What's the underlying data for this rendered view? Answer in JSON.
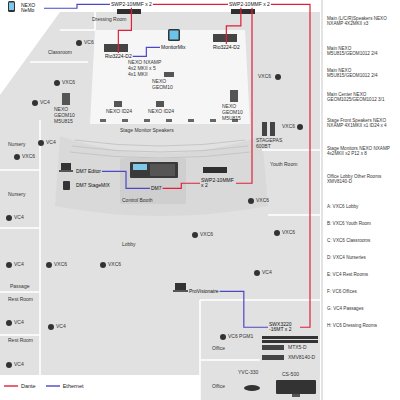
{
  "diagram": {
    "nodes": [
      {
        "text": [
          "NEXO NeMo"
        ]
      },
      {
        "text": [
          "SWP2-10MMF x 2"
        ]
      },
      {
        "text": [
          "SWP2-10MMF x 2"
        ]
      },
      {
        "text": [
          "Rio3224-D2"
        ]
      },
      {
        "text": [
          "MonitorMix"
        ]
      },
      {
        "text": [
          "Rio3224-D2"
        ]
      },
      {
        "text": [
          "DM7 Editor"
        ]
      },
      {
        "text": [
          "DM7 StageMIX"
        ]
      },
      {
        "text": [
          "DM7"
        ]
      },
      {
        "text": [
          "SWP2-10MMF x 2"
        ]
      },
      {
        "text": [
          "ProVisionaire"
        ]
      },
      {
        "text": [
          "SWX3220 -16MT x 2"
        ]
      }
    ],
    "edges": [
      {
        "from": 0,
        "to": 1,
        "arrow": "none"
      },
      {
        "from": 1,
        "to": 2,
        "arrow": "none"
      },
      {
        "from": 1,
        "to": 3,
        "arrow": "none"
      },
      {
        "from": 3,
        "to": 4,
        "arrow": "none"
      },
      {
        "from": 2,
        "to": 5,
        "arrow": "none"
      },
      {
        "from": 2,
        "to": 9,
        "arrow": "none"
      },
      {
        "from": 9,
        "to": 8,
        "arrow": "none"
      },
      {
        "from": 6,
        "to": 8,
        "arrow": "none"
      },
      {
        "from": 2,
        "to": 11,
        "arrow": "none"
      },
      {
        "from": 10,
        "to": 11,
        "arrow": "none"
      }
    ],
    "labels": [
      "Dressing Room",
      "VC6",
      "Classroom",
      "NEXO NXAMP 4x2 MKII x 5 4x1 MKII",
      "NEXO GEOM10",
      "VXC6",
      "VXC6",
      "VC4",
      "NEXO GEOM10 M5U815",
      "NEXO ID24",
      "NEXO ID24",
      "NEXO GEOM10 M5U815",
      "Stage Monitor Speakers",
      "STAGEPAS 600BT",
      "VXC6",
      "VC4",
      "Nursery",
      "VXC6",
      "Youth Room",
      "Control Booth",
      "Nursery",
      "VXC6",
      "VC4",
      "VXC6",
      "VXC6",
      "Lobby",
      "VC4",
      "VXC6",
      "VXC6",
      "VC4",
      "Passage",
      "Rest Room",
      "VC4",
      "VC4",
      "Rest Room",
      "VC4",
      "VC6 PGM1",
      "Office",
      "MTX5-D",
      "XMV8140-D",
      "YVC-330",
      "Office",
      "CS-500",
      "Main (L/C/R)Speakers NEXO NXAMP 4X2MKII x3",
      "Main NEXO M5U815/GEOM1012 2/4",
      "Main NEXO M5U815/GEOM1012 2/4",
      "Main Center NEXO GEOM1025/GEOM1012 3/1",
      "Stage Front Speakers NEXO NXAMP 4X1MKII x1 ID24 x 4",
      "Stage Monitors NEXO NXAMP 4x2MKII x2 P12 x 8",
      "Office Lobby Other Rooms XMV8140-D",
      "A: VXC6 Lobby",
      "B: VXC6 Youth Room",
      "C: VXC6 Classrooms",
      "D: VXC4 Nurseries",
      "E: VC4 Rest Rooms",
      "F: VC6 Offices",
      "G: VC4 Passages",
      "H: VC6 Dressing Rooms"
    ],
    "legend": [
      {
        "text": "Dante"
      },
      {
        "text": "Ethernet"
      }
    ]
  }
}
